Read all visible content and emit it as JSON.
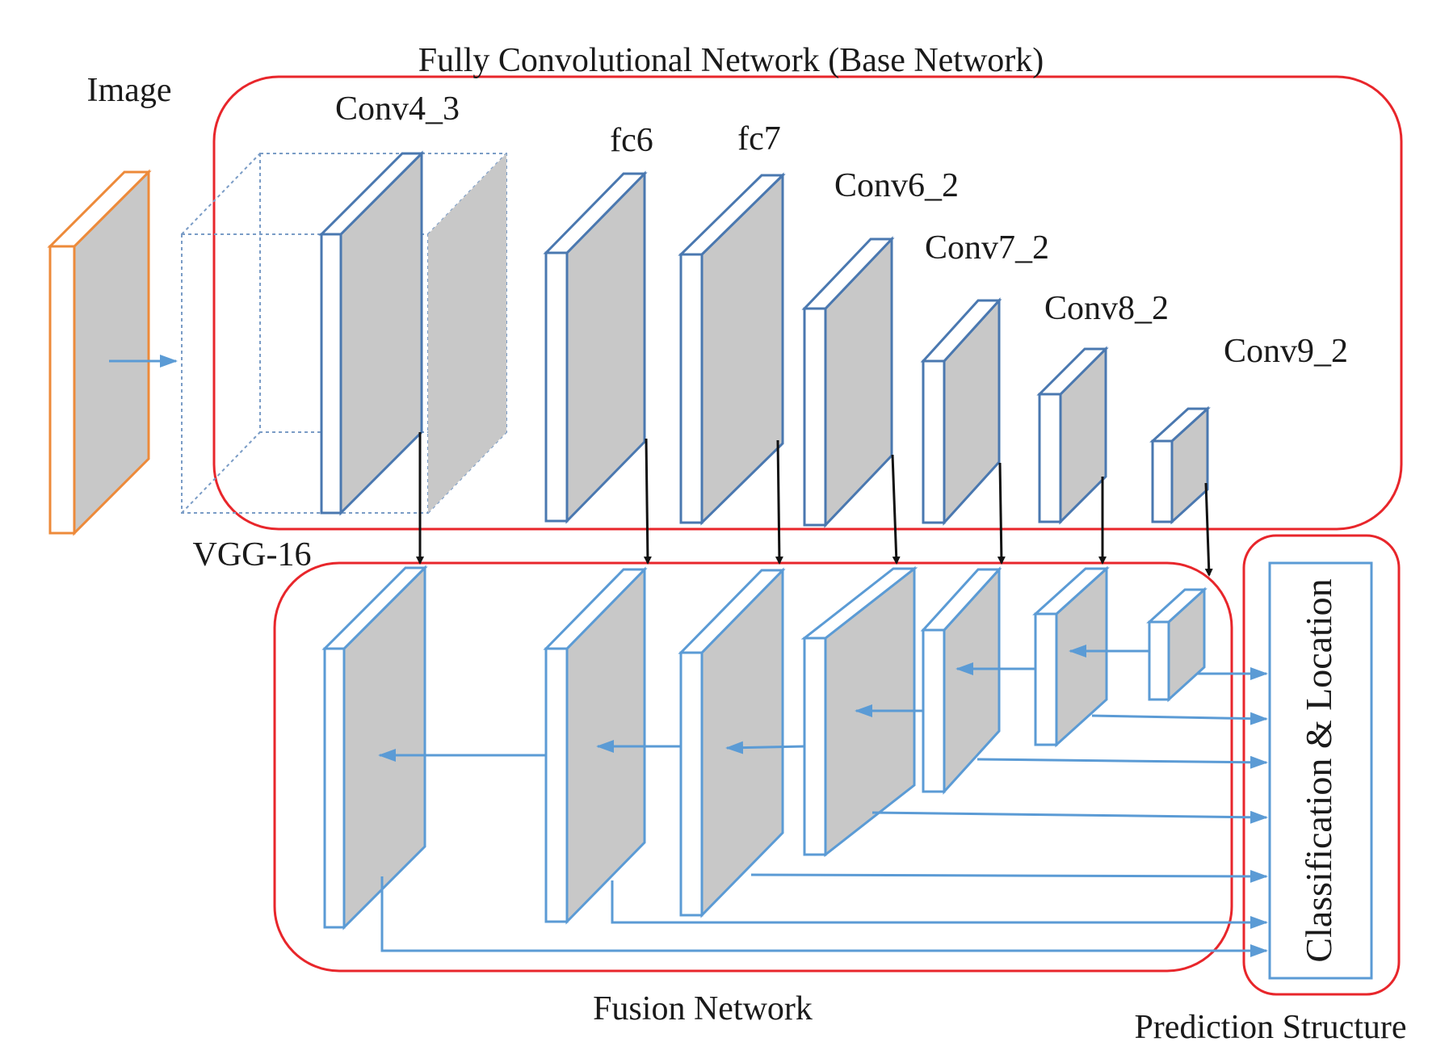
{
  "labels": {
    "image": "Image",
    "base_network": "Fully Convolutional Network (Base Network)",
    "vgg16": "VGG-16",
    "fusion_network": "Fusion Network",
    "prediction_structure": "Prediction Structure",
    "classification_location": "Classification & Location",
    "layers": {
      "conv4_3": "Conv4_3",
      "fc6": "fc6",
      "fc7": "fc7",
      "conv6_2": "Conv6_2",
      "conv7_2": "Conv7_2",
      "conv8_2": "Conv8_2",
      "conv9_2": "Conv9_2"
    }
  },
  "colors": {
    "frame_red": "#e8262b",
    "layer_blue": "#4a78b0",
    "fusion_blue": "#5b9bd5",
    "image_orange": "#ed8a3a",
    "face_gray": "#c8c8c8",
    "arrow_black": "#111111",
    "vgg_dotted": "#7a9cc6"
  }
}
